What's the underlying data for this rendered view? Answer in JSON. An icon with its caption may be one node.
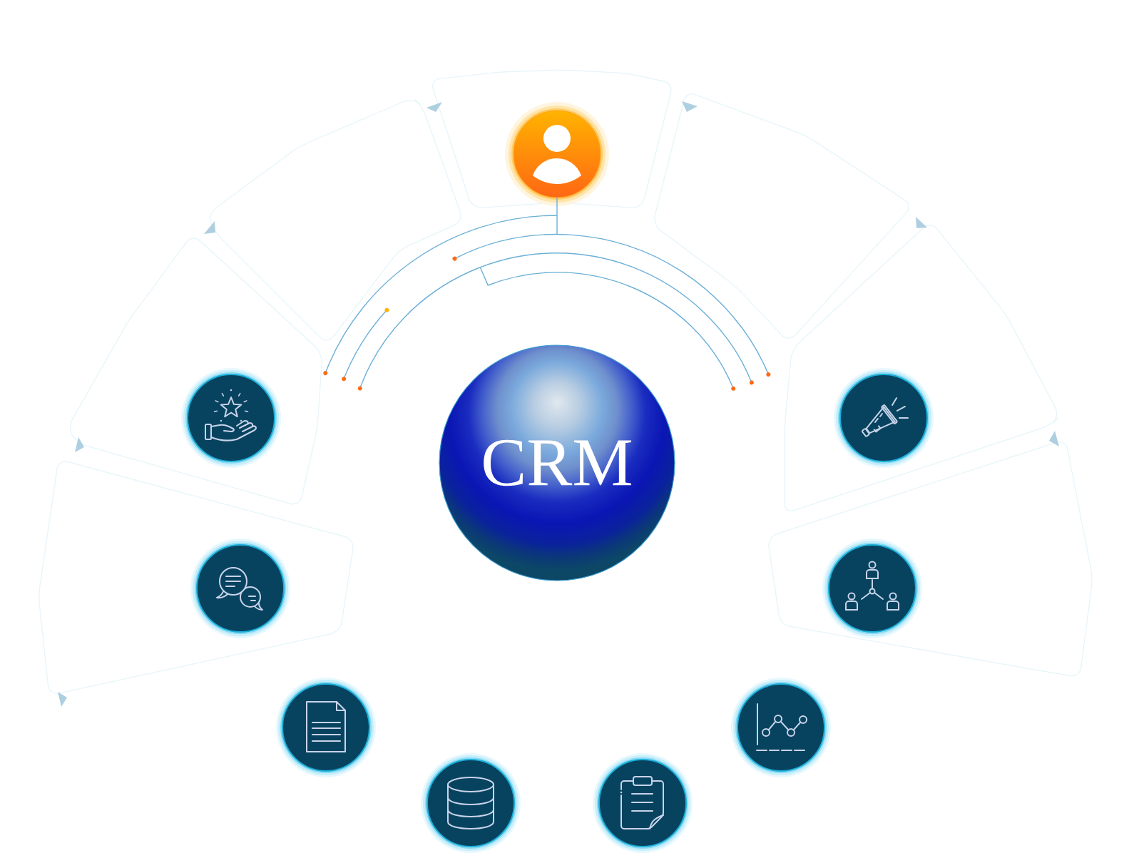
{
  "diagram": {
    "nodes": [
      {
        "text": [],
        "shape": "person"
      },
      {
        "text": [
          "CRM"
        ]
      },
      {
        "text": [],
        "shape": "circle"
      },
      {
        "text": [],
        "shape": "circle"
      },
      {
        "text": [],
        "shape": "circle"
      },
      {
        "text": [],
        "shape": "circle"
      },
      {
        "text": [],
        "shape": "circle"
      },
      {
        "text": [],
        "shape": "circle"
      },
      {
        "text": [],
        "shape": "circle"
      },
      {
        "text": [],
        "shape": "circle"
      }
    ]
  }
}
